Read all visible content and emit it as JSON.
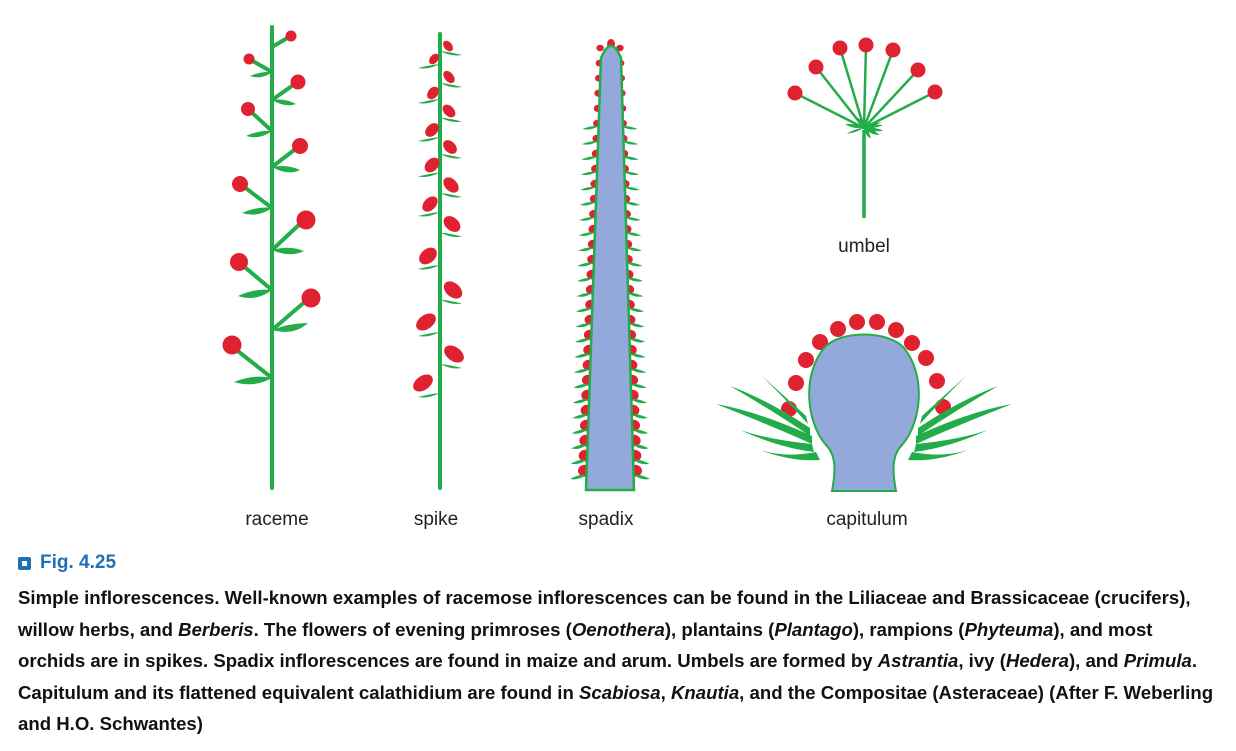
{
  "colors": {
    "stem": "#23ac4a",
    "flower": "#e0212f",
    "receptacle": "#94a9db",
    "accent": "#1f6fb5"
  },
  "figure": {
    "labels": {
      "raceme": "raceme",
      "spike": "spike",
      "spadix": "spadix",
      "umbel": "umbel",
      "capitulum": "capitulum"
    }
  },
  "caption": {
    "fig_number": "Fig. 4.25",
    "segments": [
      {
        "text": "Simple inflorescences. Well-known examples of racemose inflorescences can be found in the Liliaceae and Brassicaceae (crucifers), willow herbs, and "
      },
      {
        "text": "Berberis",
        "italic": true
      },
      {
        "text": ". The flowers of evening primroses ("
      },
      {
        "text": "Oenothera",
        "italic": true
      },
      {
        "text": "), plantains ("
      },
      {
        "text": "Plantago",
        "italic": true
      },
      {
        "text": "), rampions ("
      },
      {
        "text": "Phyteuma",
        "italic": true
      },
      {
        "text": "), and most orchids are in spikes. Spadix inflorescences are found in maize and arum. Umbels are formed by "
      },
      {
        "text": "Astrantia",
        "italic": true
      },
      {
        "text": ", ivy ("
      },
      {
        "text": "Hedera",
        "italic": true
      },
      {
        "text": "), and "
      },
      {
        "text": "Primula",
        "italic": true
      },
      {
        "text": ". Capitulum and its flattened equivalent calathidium are found in "
      },
      {
        "text": "Scabiosa",
        "italic": true
      },
      {
        "text": ", "
      },
      {
        "text": "Knautia",
        "italic": true
      },
      {
        "text": ", and the Compositae (Asteraceae) (After F. Weberling and H.O. Schwantes)"
      }
    ]
  }
}
